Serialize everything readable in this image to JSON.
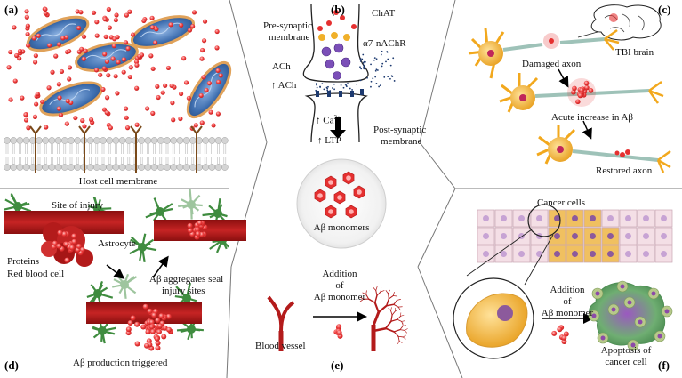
{
  "panels": {
    "a": {
      "label": "(a)",
      "caption": "Host cell membrane"
    },
    "b": {
      "label": "(b)",
      "pre_synaptic_line1": "Pre-synaptic",
      "pre_synaptic_line2": "membrane",
      "chat": "ChAT",
      "receptor": "α7-nAChR",
      "ach": "ACh",
      "ach_up": "↑ ACh",
      "ca": "↑ Ca",
      "ca_sup": "2+",
      "ltp": "↑ LTP",
      "post_synaptic_line1": "Post-synaptic",
      "post_synaptic_line2": "membrane"
    },
    "c": {
      "label": "(c)",
      "tbi": "TBI brain",
      "damaged": "Damaged axon",
      "acute": "Acute increase in Aβ",
      "restored": "Restored axon"
    },
    "center": {
      "monomers": "Aβ monomers"
    },
    "d": {
      "label": "(d)",
      "site": "Site of injury",
      "astrocyte": "Astrocyte",
      "proteins": "Proteins",
      "rbc": "Red blood cell",
      "seal_line1": "Aβ aggregates seal",
      "seal_line2": "injury sites",
      "production": "Aβ production triggered"
    },
    "e": {
      "label": "(e)",
      "addition_line1": "Addition",
      "addition_line2": "of",
      "addition_line3": "Aβ monomer",
      "vessel": "Blood vessel"
    },
    "f": {
      "label": "(f)",
      "cancer_cells": "Cancer cells",
      "addition_line1": "Addition",
      "addition_line2": "of",
      "addition_line3": "Aβ monomer",
      "apoptosis_line1": "Apoptosis of",
      "apoptosis_line2": "cancer cell"
    }
  },
  "colors": {
    "bacteria_fill": "#4a78b8",
    "bacteria_rim": "#e0a25a",
    "abeta_red": "#e53030",
    "neuron_yellow": "#f2a81d",
    "vessel_red": "#b31b1b",
    "astrocyte_green": "#3f8c3f",
    "membrane_gray": "#c9c9c9",
    "cancer_yellow": "#f0c060"
  }
}
